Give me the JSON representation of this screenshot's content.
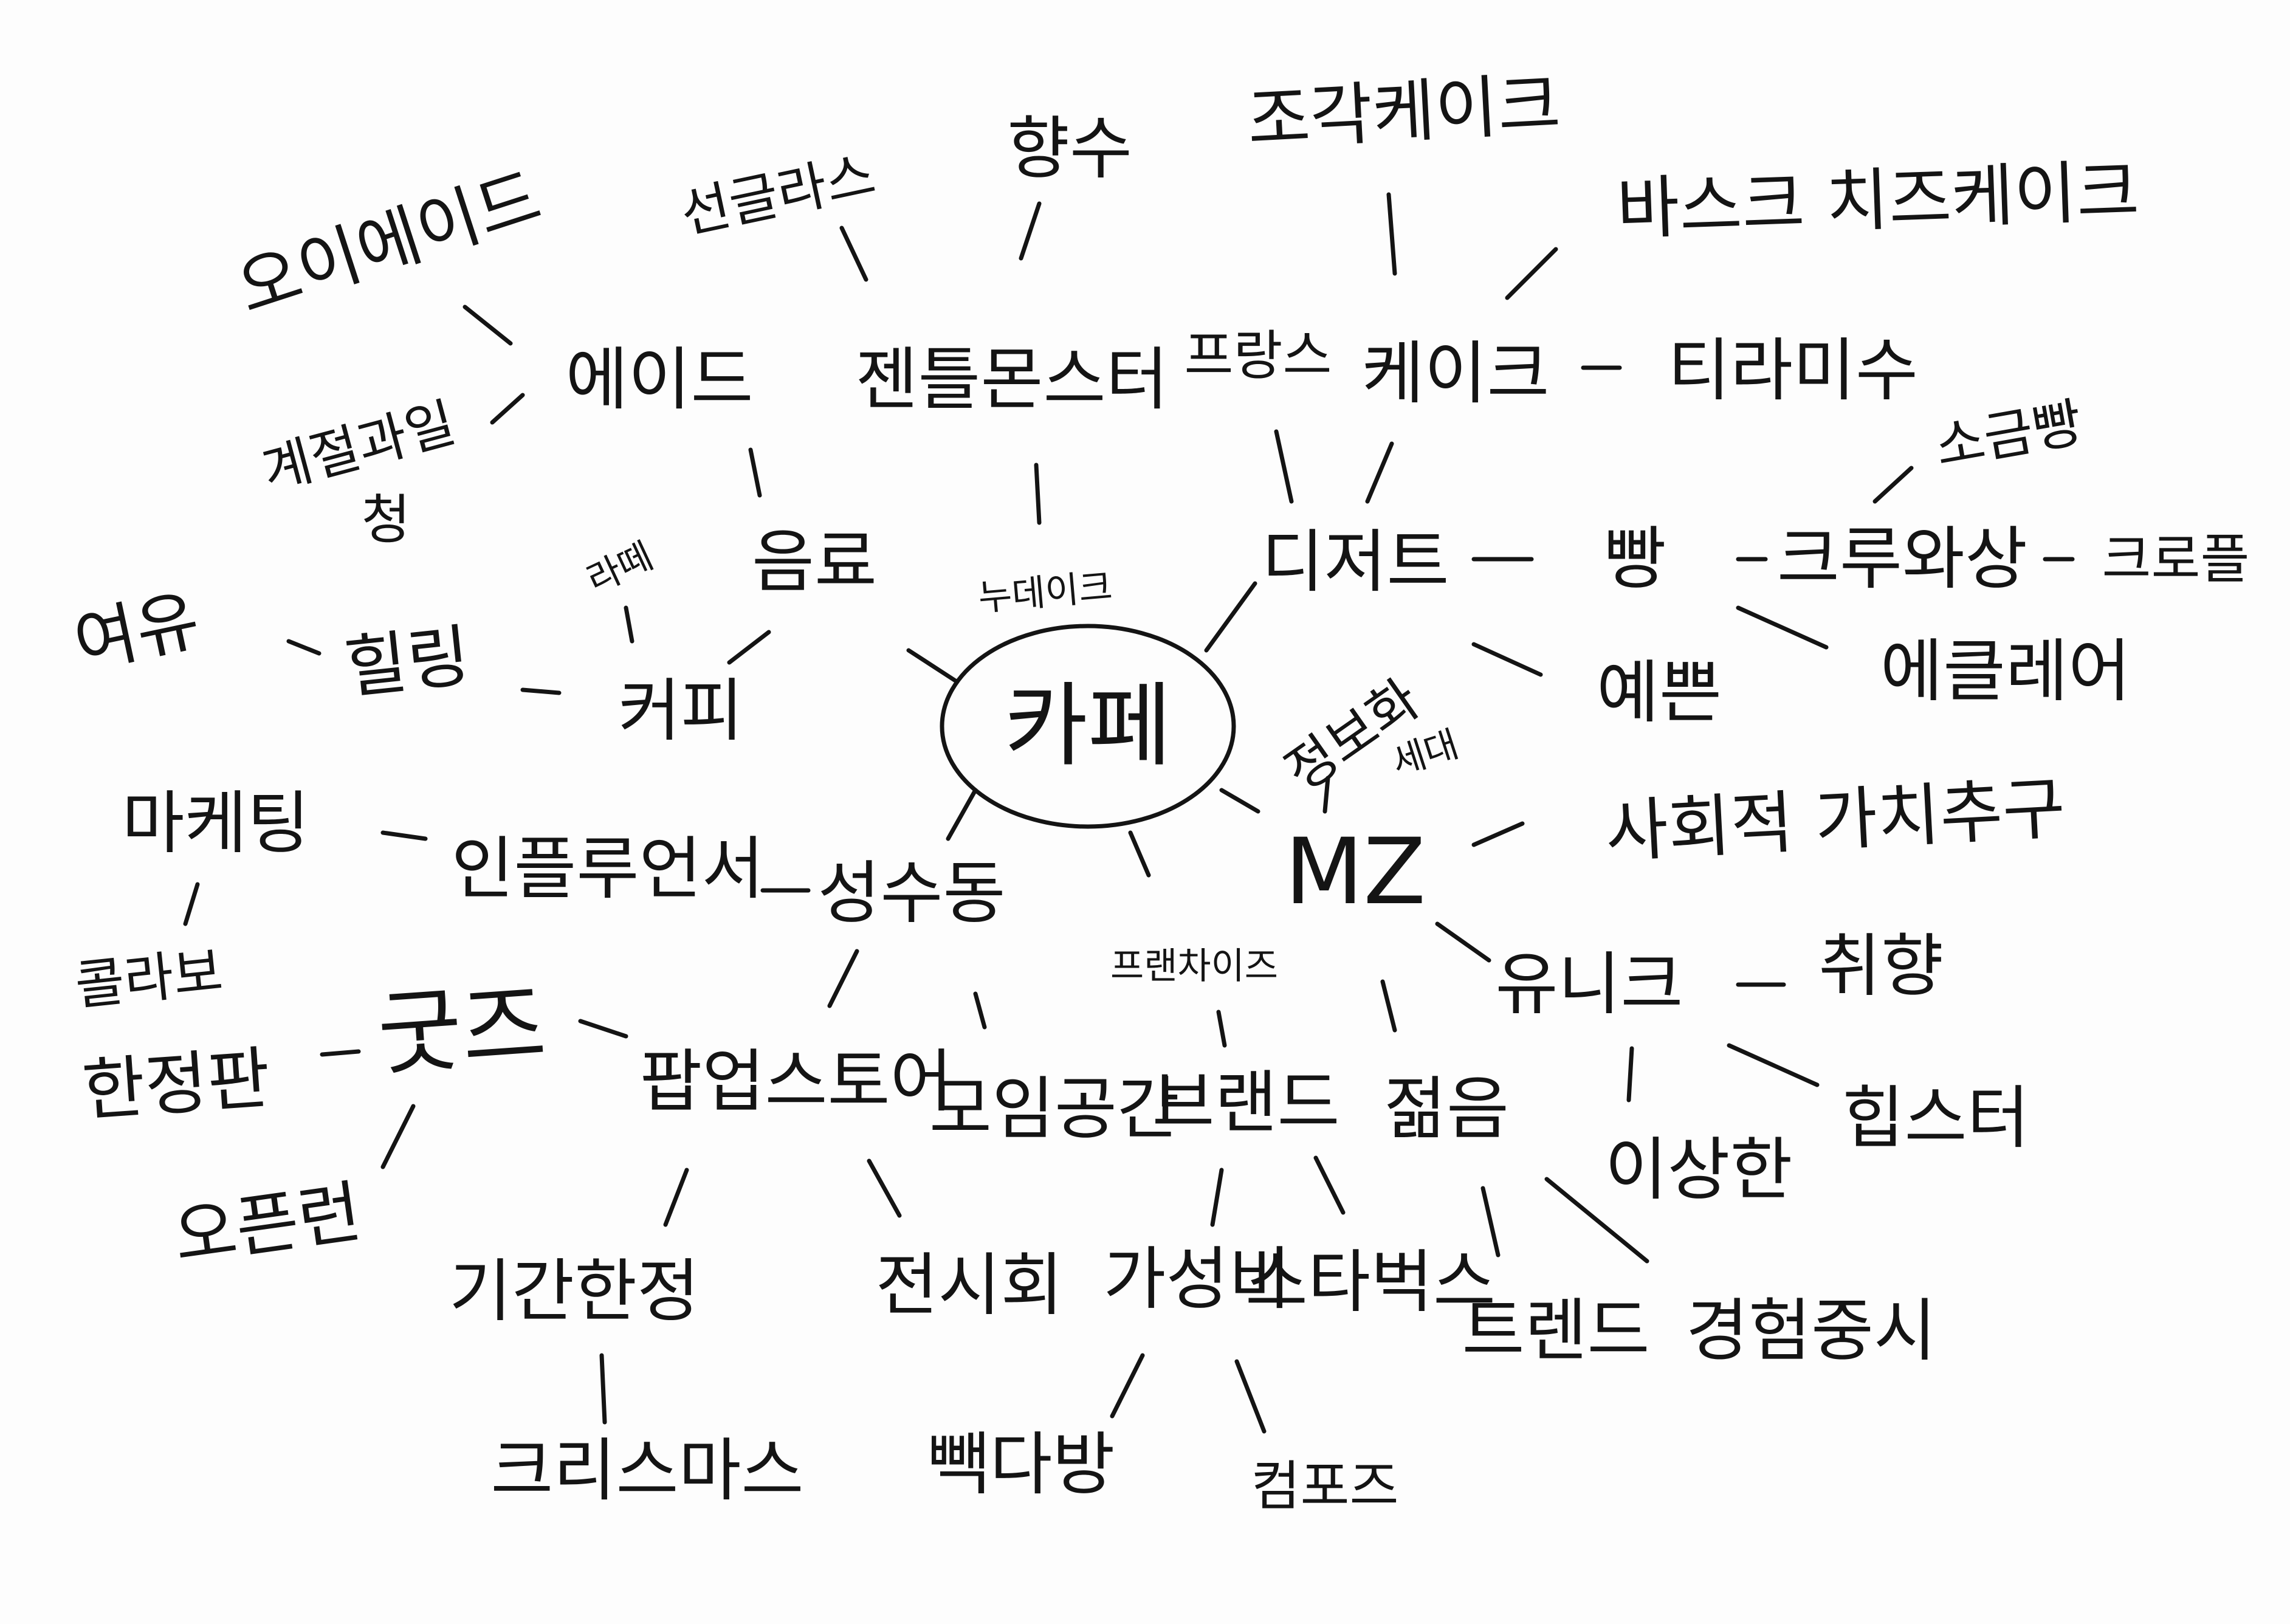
{
  "center": "카페",
  "words": {
    "w_oi_ade": "오이에이드",
    "w_sunglass": "선글라스",
    "w_perfume": "향수",
    "w_sculpt_cake": "조각케이크",
    "w_basque": "바스크 치즈케이크",
    "w_ade": "에이드",
    "w_gentle": "젠틀몬스터",
    "w_france": "프랑스",
    "w_cake": "케이크",
    "w_tiramisu": "티라미수",
    "w_salt_bread": "소금빵",
    "w_seasonal_1": "계절과일",
    "w_seasonal_2": "청",
    "w_latte": "라떼",
    "w_drink": "음료",
    "w_nudake": "누데이크",
    "w_dessert": "디저트",
    "w_bread": "빵",
    "w_croissant": "크루와상",
    "w_croffle": "크로플",
    "w_leisure": "여유",
    "w_healing": "힐링",
    "w_coffee": "커피",
    "w_pretty": "예쁜",
    "w_eclair": "에클레어",
    "w_digital": "정보화",
    "w_generation": "세대",
    "w_marketing": "마케팅",
    "w_influencer": "인플루언서",
    "w_seongsu": "성수동",
    "w_mz": "MZ",
    "w_social": "사회적 가치추구",
    "w_collab": "콜라보",
    "w_franchise": "프랜차이즈",
    "w_unique": "유니크",
    "w_taste": "취향",
    "w_goods": "굿즈",
    "w_limited": "한정판",
    "w_popup": "팝업스토어",
    "w_meeting": "모임공간",
    "w_brand": "브랜드",
    "w_youth": "젊음",
    "w_weird": "이상한",
    "w_hipster": "힙스터",
    "w_openrun": "오픈런",
    "w_limited_time": "기간한정",
    "w_exhibition": "전시회",
    "w_value": "가성비",
    "w_starbucks": "스타벅스",
    "w_trend": "트렌드",
    "w_experience": "경험중시",
    "w_christmas": "크리스마스",
    "w_paik": "빽다방",
    "w_compose": "컴포즈"
  }
}
